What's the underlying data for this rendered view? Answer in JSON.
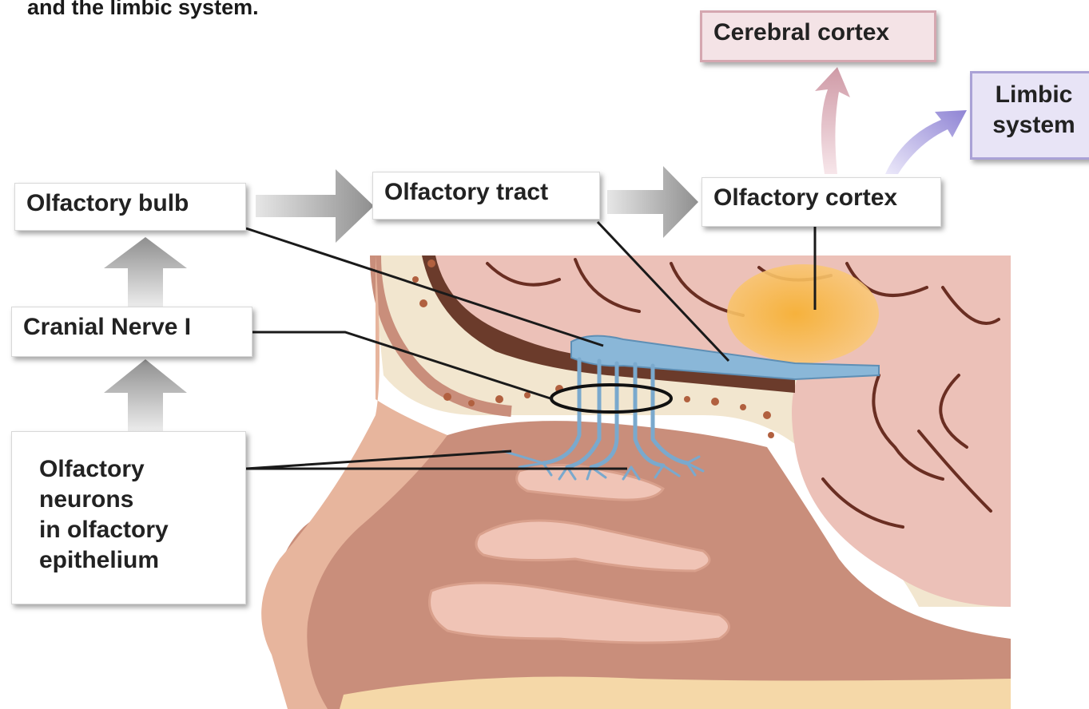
{
  "caption": "and the limbic system.",
  "labels": {
    "olfactory_bulb": "Olfactory bulb",
    "olfactory_tract": "Olfactory tract",
    "olfactory_cortex": "Olfactory cortex",
    "cerebral_cortex": "Cerebral cortex",
    "limbic_system_line1": "Limbic",
    "limbic_system_line2": "system",
    "cranial_nerve": "Cranial Nerve I",
    "neurons_line1": "Olfactory",
    "neurons_line2": "neurons",
    "neurons_line3": "in olfactory",
    "neurons_line4": "epithelium"
  },
  "colors": {
    "skin": "#e7b59d",
    "cavity": "#c98e7b",
    "bone": "#f2e6cf",
    "brain": "#ecc1b8",
    "nerve": "#8ab7d8",
    "cortex_highlight": "#f5b43c",
    "cerebral_arrow": "#d5a7b0",
    "limbic_arrow": "#9d92d8",
    "flow_arrow": "#9a9a9a"
  }
}
